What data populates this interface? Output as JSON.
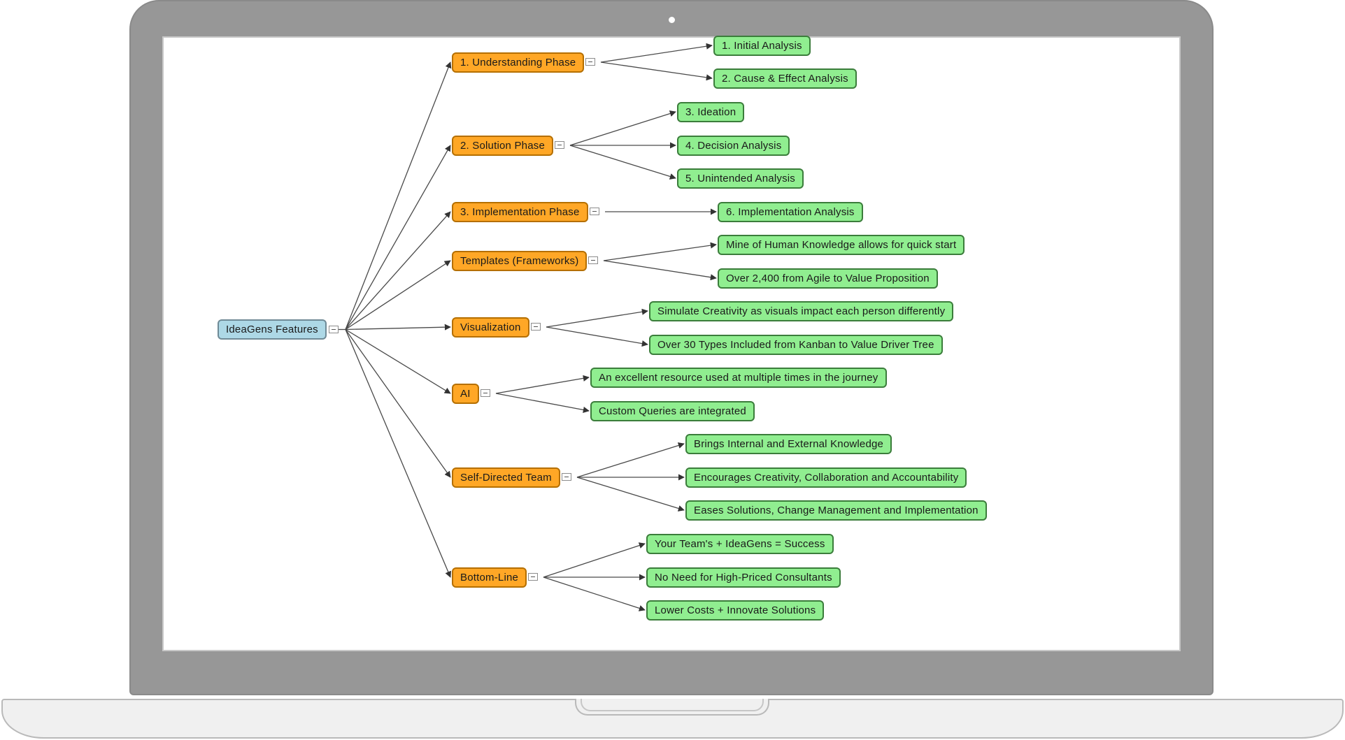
{
  "colors": {
    "root_fill": "#add8e6",
    "branch_fill": "#ffa726",
    "leaf_fill": "#90ee90",
    "line": "#4a4a4a"
  },
  "mindmap": {
    "root": {
      "label": "IdeaGens Features"
    },
    "branches": [
      {
        "label": "1. Understanding Phase",
        "children": [
          "1. Initial Analysis",
          "2. Cause & Effect Analysis"
        ]
      },
      {
        "label": "2. Solution Phase",
        "children": [
          "3. Ideation",
          "4. Decision Analysis",
          "5. Unintended Analysis"
        ]
      },
      {
        "label": "3. Implementation Phase",
        "children": [
          "6. Implementation Analysis"
        ]
      },
      {
        "label": "Templates (Frameworks)",
        "children": [
          "Mine of Human Knowledge allows for quick start",
          "Over 2,400 from Agile to Value Proposition"
        ]
      },
      {
        "label": "Visualization",
        "children": [
          "Simulate Creativity as visuals impact each person differently",
          "Over 30 Types Included from Kanban to  Value Driver Tree"
        ]
      },
      {
        "label": "AI",
        "children": [
          "An excellent resource used at multiple times in the journey",
          "Custom Queries are integrated"
        ]
      },
      {
        "label": "Self-Directed Team",
        "children": [
          "Brings Internal and External Knowledge",
          "Encourages Creativity, Collaboration and Accountability",
          "Eases Solutions, Change Management and Implementation"
        ]
      },
      {
        "label": "Bottom-Line",
        "children": [
          "Your Team's + IdeaGens = Success",
          "No Need for High-Priced Consultants",
          "Lower Costs + Innovate Solutions"
        ]
      }
    ]
  }
}
